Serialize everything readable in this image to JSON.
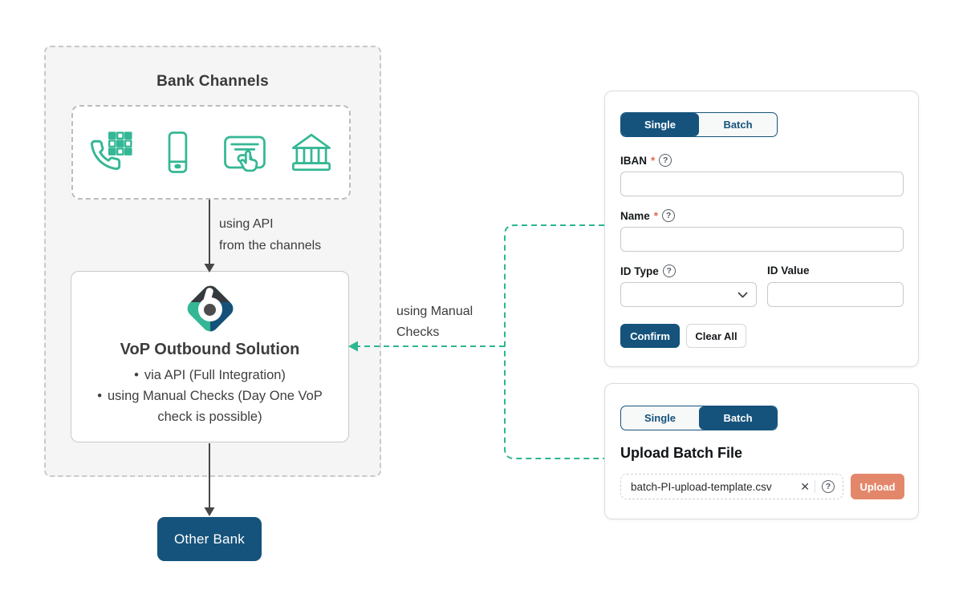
{
  "diagram": {
    "bank_channels_title": "Bank Channels",
    "channel_icons": [
      "phone-keypad",
      "smartphone",
      "card-payment-tap",
      "bank-building"
    ],
    "using_api_label": [
      "using API",
      "from the channels"
    ],
    "vop": {
      "title": "VoP Outbound Solution",
      "bullets": [
        "via API (Full Integration)",
        "using Manual Checks (Day One VoP check is possible)"
      ]
    },
    "manual_checks_label": [
      "using Manual",
      "Checks"
    ],
    "other_bank_label": "Other Bank"
  },
  "single_panel": {
    "tabs": {
      "single": "Single",
      "batch": "Batch"
    },
    "iban": {
      "label": "IBAN",
      "required": "*",
      "value": ""
    },
    "name": {
      "label": "Name",
      "required": "*",
      "value": ""
    },
    "id_type": {
      "label": "ID Type",
      "value": ""
    },
    "id_value": {
      "label": "ID Value",
      "value": ""
    },
    "confirm_label": "Confirm",
    "clear_all_label": "Clear All"
  },
  "batch_panel": {
    "tabs": {
      "single": "Single",
      "batch": "Batch"
    },
    "heading": "Upload Batch File",
    "file_name": "batch-PI-upload-template.csv",
    "upload_label": "Upload"
  },
  "icons": {
    "help": "?",
    "clear": "✕"
  },
  "colors": {
    "teal": "#2eb591",
    "navy": "#15537c",
    "coral": "#e3876b",
    "required": "#e06a4d",
    "arrow_dark": "#474747"
  }
}
